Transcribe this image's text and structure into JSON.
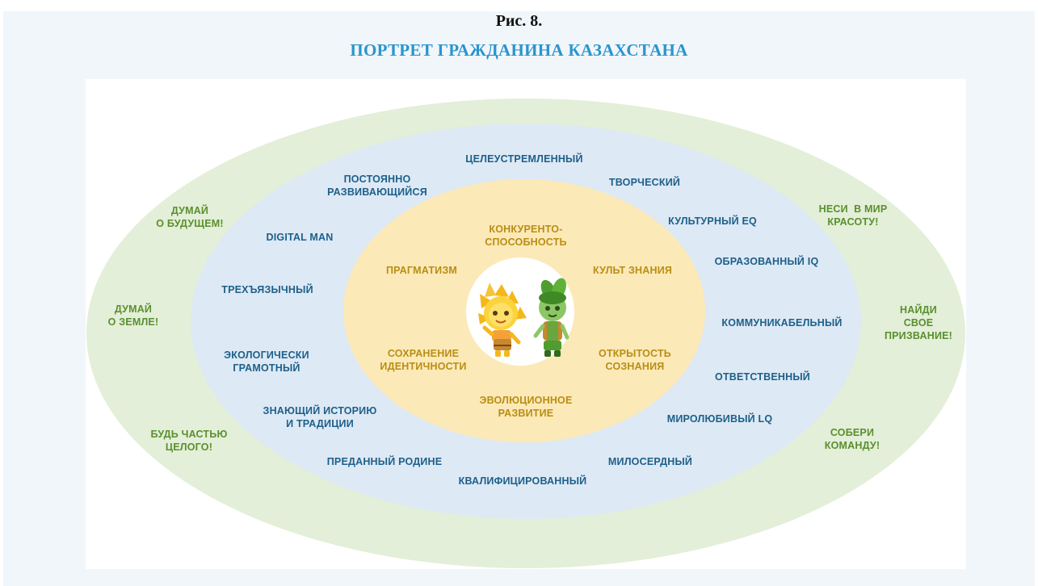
{
  "figure_label": "Рис. 8.",
  "title": "ПОРТРЕТ ГРАЖДАНИНА КАЗАХСТАНА",
  "colors": {
    "outer_ring": "#e3efd8",
    "middle_ring": "#dde9f4",
    "inner_ring": "#fce9b8",
    "center_circle": "#ffffff",
    "outer_text": "#5a8f2e",
    "middle_text": "#1d5f8a",
    "inner_text": "#b98e12",
    "title": "#2a94cf"
  },
  "outer_ring": {
    "items": [
      {
        "text": "ДУМАЙ\nО БУДУЩЕМ!"
      },
      {
        "text": "ДУМАЙ\nО ЗЕМЛЕ!"
      },
      {
        "text": "БУДЬ ЧАСТЬЮ\nЦЕЛОГО!"
      },
      {
        "text": "НЕСИ  В МИР\nКРАСОТУ!"
      },
      {
        "text": "НАЙДИ\nСВОЕ\nПРИЗВАНИЕ!"
      },
      {
        "text": "СОБЕРИ\nКОМАНДУ!"
      }
    ]
  },
  "middle_ring": {
    "items": [
      {
        "text": "ЦЕЛЕУСТРЕМЛЕННЫЙ"
      },
      {
        "text": "ПОСТОЯННО\nРАЗВИВАЮЩИЙСЯ"
      },
      {
        "text": "ТВОРЧЕСКИЙ"
      },
      {
        "text": "DIGITAL MAN"
      },
      {
        "text": "КУЛЬТУРНЫЙ EQ"
      },
      {
        "text": "ОБРАЗОВАННЫЙ IQ"
      },
      {
        "text": "ТРЕХЪЯЗЫЧНЫЙ"
      },
      {
        "text": "КОММУНИКАБЕЛЬНЫЙ"
      },
      {
        "text": "ЭКОЛОГИЧЕСКИ\nГРАМОТНЫЙ"
      },
      {
        "text": "ОТВЕТСТВЕННЫЙ"
      },
      {
        "text": "ЗНАЮЩИЙ ИСТОРИЮ\nИ ТРАДИЦИИ"
      },
      {
        "text": "МИРОЛЮБИВЫЙ LQ"
      },
      {
        "text": "ПРЕДАННЫЙ РОДИНЕ"
      },
      {
        "text": "МИЛОСЕРДНЫЙ"
      },
      {
        "text": "КВАЛИФИЦИРОВАННЫЙ"
      }
    ]
  },
  "inner_ring": {
    "items": [
      {
        "text": "КОНКУРЕНТО-\nСПОСОБНОСТЬ"
      },
      {
        "text": "ПРАГМАТИЗМ"
      },
      {
        "text": "КУЛЬТ ЗНАНИЯ"
      },
      {
        "text": "СОХРАНЕНИЕ\nИДЕНТИЧНОСТИ"
      },
      {
        "text": "ОТКРЫТОСТЬ\nСОЗНАНИЯ"
      },
      {
        "text": "ЭВОЛЮЦИОННОЕ\nРАЗВИТИЕ"
      }
    ]
  },
  "center": {
    "mascots": [
      "sun-mascot",
      "leaf-mascot"
    ]
  }
}
